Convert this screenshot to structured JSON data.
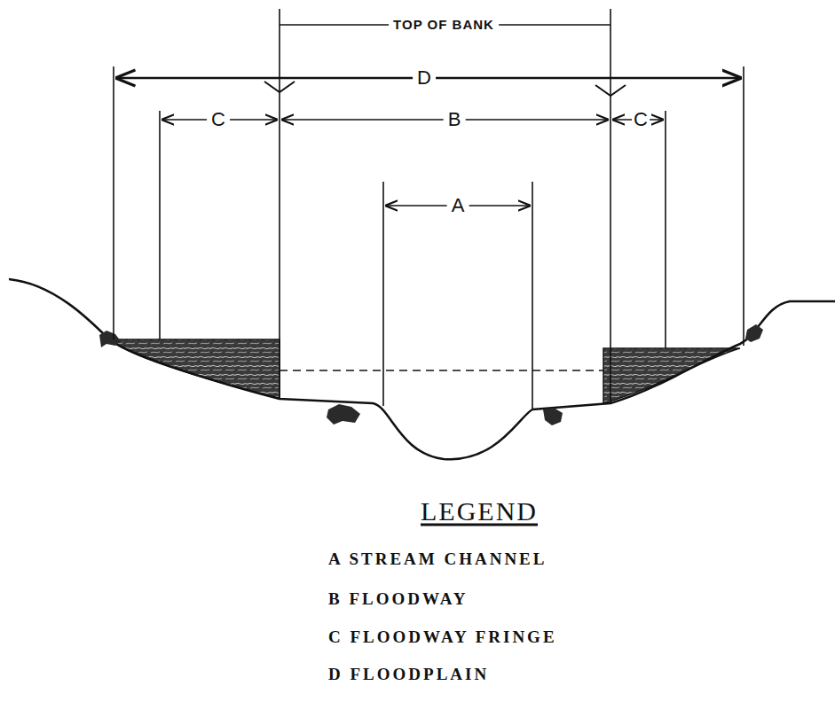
{
  "diagram": {
    "labels": [
      "TOP OF BANK",
      "D",
      "C",
      "B",
      "C",
      "A",
      "LEGEND"
    ],
    "legend": [
      {
        "text": "A STREAM CHANNEL"
      },
      {
        "text": "B FLOODWAY"
      },
      {
        "text": "C FLOODWAY FRINGE"
      },
      {
        "text": "D FLOODPLAIN"
      }
    ]
  }
}
